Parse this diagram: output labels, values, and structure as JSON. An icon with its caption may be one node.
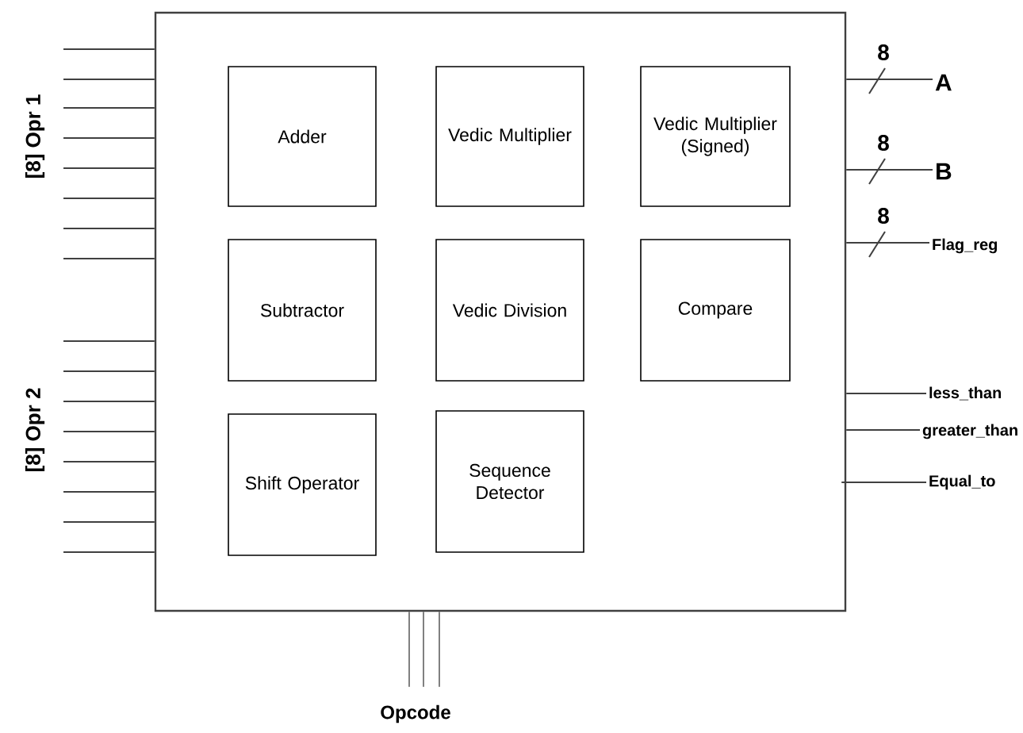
{
  "diagram": {
    "nodes": [
      {
        "text": [],
        "shape": "box"
      },
      {
        "text": [
          "Adder"
        ],
        "in": 0
      },
      {
        "text": [
          "Vedic Multiplier"
        ],
        "in": 0
      },
      {
        "text": [
          "Vedic Multiplier (Signed)"
        ],
        "in": 0
      },
      {
        "text": [
          "Subtractor"
        ],
        "in": 0
      },
      {
        "text": [
          "Vedic Division"
        ],
        "in": 0
      },
      {
        "text": [
          "Compare"
        ],
        "in": 0
      },
      {
        "text": [
          "Shift Operator"
        ],
        "in": 0
      },
      {
        "text": [
          "Sequence Detector"
        ],
        "in": 0
      },
      {
        "text": [
          "A"
        ]
      },
      {
        "text": [
          "B"
        ]
      },
      {
        "text": [
          "Flag_reg"
        ]
      },
      {
        "text": [
          "less_than"
        ]
      },
      {
        "text": [
          "greater_than"
        ]
      },
      {
        "text": [
          "Equal_to"
        ]
      },
      {
        "text": [
          "Opcode"
        ]
      }
    ],
    "edges": [
      {
        "from": null,
        "to": 0,
        "arrow": "none"
      },
      {
        "from": null,
        "to": 0,
        "arrow": "none"
      },
      {
        "from": null,
        "to": 0,
        "arrow": "none"
      },
      {
        "from": null,
        "to": 0,
        "arrow": "none"
      },
      {
        "from": null,
        "to": 0,
        "arrow": "none"
      },
      {
        "from": null,
        "to": 0,
        "arrow": "none"
      },
      {
        "from": null,
        "to": 0,
        "arrow": "none"
      },
      {
        "from": null,
        "to": 0,
        "arrow": "none"
      },
      {
        "from": null,
        "to": 0,
        "arrow": "none"
      },
      {
        "from": null,
        "to": 0,
        "arrow": "none"
      },
      {
        "from": null,
        "to": 0,
        "arrow": "none"
      },
      {
        "from": null,
        "to": 0,
        "arrow": "none"
      },
      {
        "from": null,
        "to": 0,
        "arrow": "none"
      },
      {
        "from": null,
        "to": 0,
        "arrow": "none"
      },
      {
        "from": null,
        "to": 0,
        "arrow": "none"
      },
      {
        "from": null,
        "to": 0,
        "arrow": "none"
      },
      {
        "from": 0,
        "to": 9,
        "arrow": "none",
        "label": "8"
      },
      {
        "from": 0,
        "to": 10,
        "arrow": "none",
        "label": "8"
      },
      {
        "from": 0,
        "to": 11,
        "arrow": "none",
        "label": "8"
      },
      {
        "from": 0,
        "to": 12,
        "arrow": "none"
      },
      {
        "from": 0,
        "to": 13,
        "arrow": "none"
      },
      {
        "from": 0,
        "to": 14,
        "arrow": "none"
      },
      {
        "from": 15,
        "to": 0,
        "arrow": "none"
      },
      {
        "from": 15,
        "to": 0,
        "arrow": "none"
      },
      {
        "from": 15,
        "to": 0,
        "arrow": "none"
      }
    ],
    "labels": [
      "[8] Opr 1",
      "[8] Opr 2"
    ]
  }
}
